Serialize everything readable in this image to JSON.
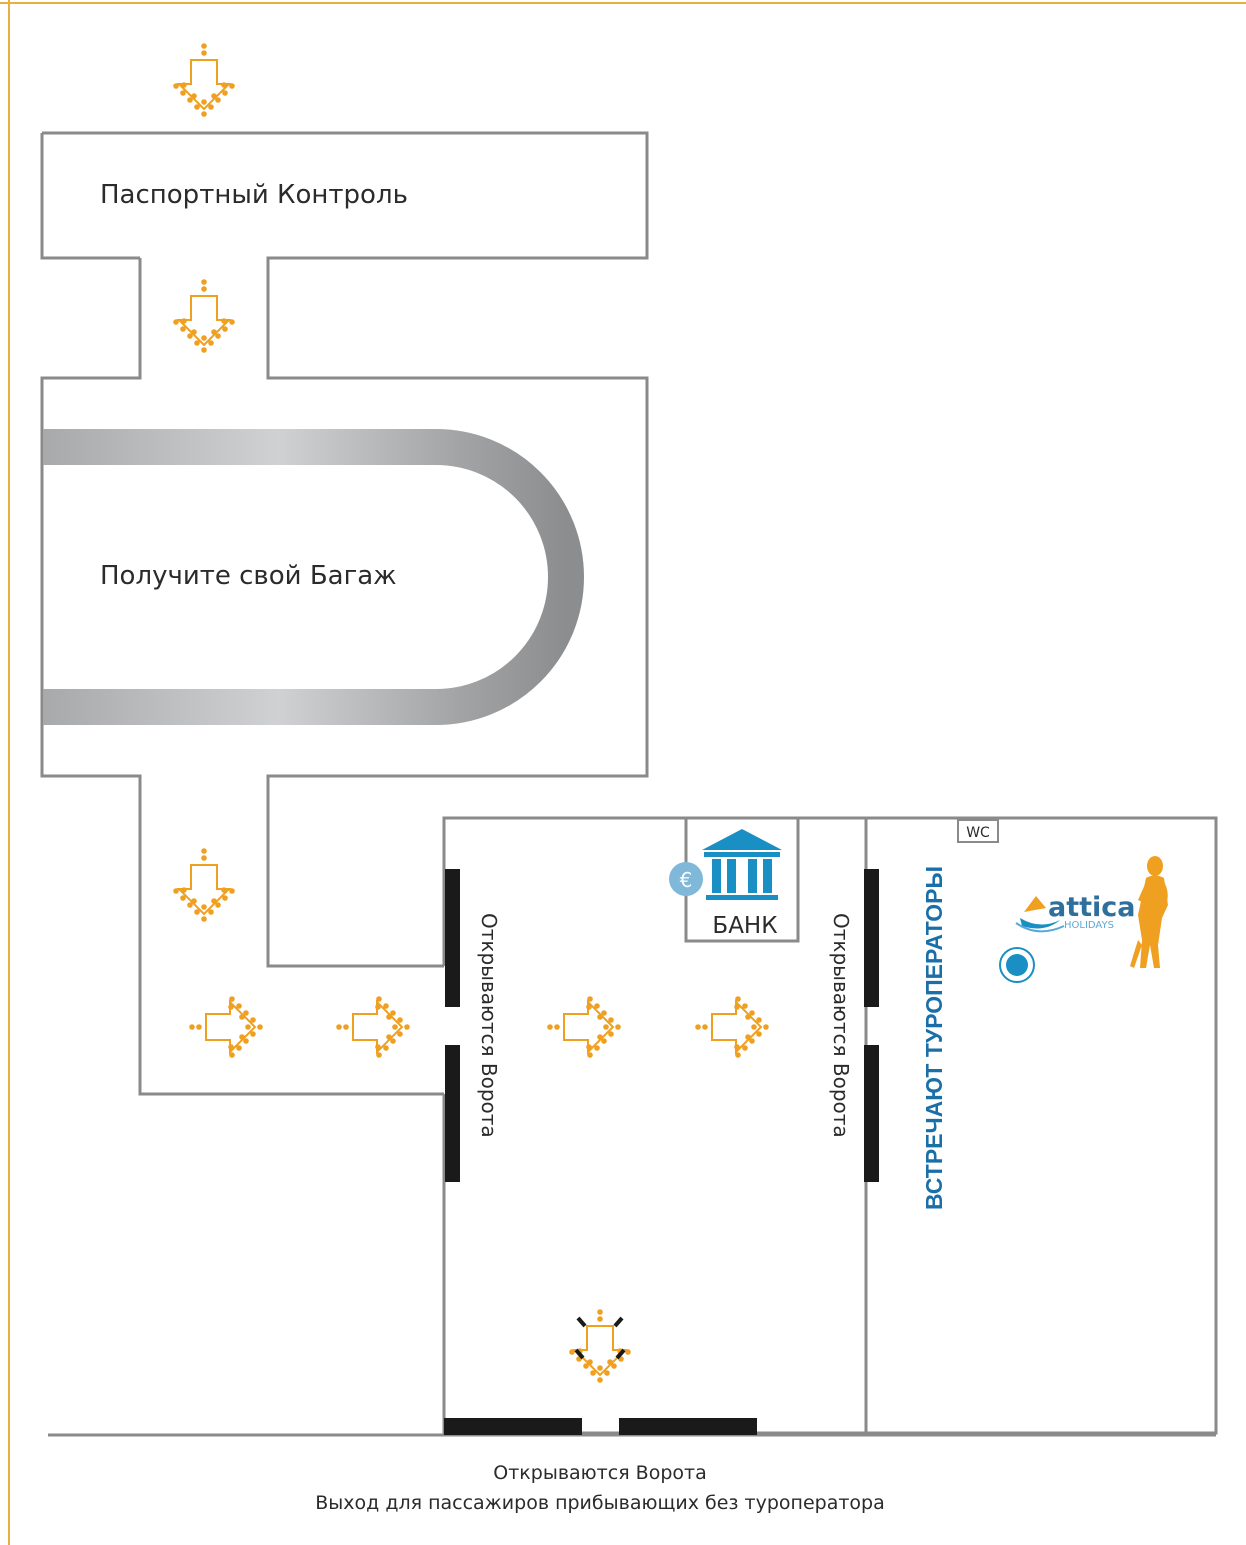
{
  "labels": {
    "passport_control": "Паспортный Контроль",
    "baggage_claim": "Получите свой Багаж",
    "gates_left": "Открываются Ворота",
    "gates_right": "Открываются Ворота",
    "bank": "БАНК",
    "euro": "€",
    "wc": "WC",
    "tour_operators": "ВСТРЕЧАЮТ ТУРОПЕРАТОРЫ",
    "exit_gates": "Открываются Ворота",
    "exit_note": "Выход для пассажиров прибывающих без туроператора"
  },
  "logo": {
    "name": "attica",
    "sub": "HOLIDAYS"
  },
  "colors": {
    "walls": "#8a8a8a",
    "arrow": "#f0a020",
    "gate": "#1a1a1a",
    "bank_blue": "#1a8fc4",
    "euro_blue": "#7fb8d8",
    "tour_text": "#1b6fa8",
    "logo_blue": "#2e6f9e",
    "figure": "#f0a020",
    "frame": "#e8b040"
  },
  "icons": [
    "arrow-down-icon",
    "arrow-right-icon",
    "bank-icon",
    "euro-icon",
    "person-icon",
    "location-dot-icon"
  ]
}
